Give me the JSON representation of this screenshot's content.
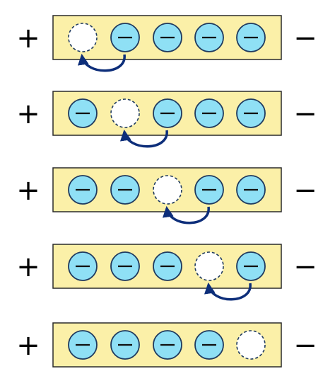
{
  "left_terminal": "+",
  "right_terminal": "−",
  "rows": [
    {
      "hole_index": 0,
      "move_from": 1,
      "move_to": 0
    },
    {
      "hole_index": 1,
      "move_from": 2,
      "move_to": 1
    },
    {
      "hole_index": 2,
      "move_from": 3,
      "move_to": 2
    },
    {
      "hole_index": 3,
      "move_from": 4,
      "move_to": 3
    },
    {
      "hole_index": 4,
      "move_from": null,
      "move_to": null
    }
  ],
  "colors": {
    "bar_fill": "#fbf0a8",
    "bar_stroke": "#2a2a2a",
    "electron_fill": "#8fe0f5",
    "electron_stroke": "#1f3a5f",
    "hole_fill": "#ffffff",
    "hole_stroke": "#1f3a5f",
    "arrow": "#0d2e7a"
  }
}
